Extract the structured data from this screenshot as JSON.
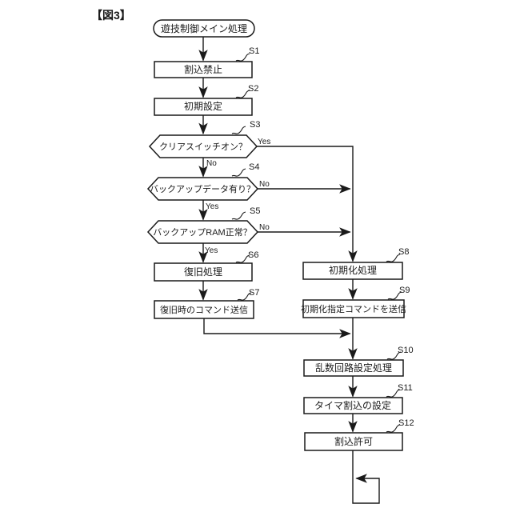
{
  "figure_label": "【図3】",
  "nodes": {
    "start": {
      "step": "",
      "label": "遊技制御メイン処理",
      "type": "terminal"
    },
    "s1": {
      "step": "S1",
      "label": "割込禁止",
      "type": "process"
    },
    "s2": {
      "step": "S2",
      "label": "初期設定",
      "type": "process"
    },
    "s3": {
      "step": "S3",
      "label": "クリアスイッチオン？",
      "type": "decision"
    },
    "s4": {
      "step": "S4",
      "label": "バックアップデータ有り？",
      "type": "decision"
    },
    "s5": {
      "step": "S5",
      "label": "バックアップRAM正常？",
      "type": "decision"
    },
    "s6": {
      "step": "S6",
      "label": "復旧処理",
      "type": "process"
    },
    "s7": {
      "step": "S7",
      "label": "復旧時のコマンド送信",
      "type": "process"
    },
    "s8": {
      "step": "S8",
      "label": "初期化処理",
      "type": "process"
    },
    "s9": {
      "step": "S9",
      "label": "初期化指定コマンドを送信",
      "type": "process"
    },
    "s10": {
      "step": "S10",
      "label": "乱数回路設定処理",
      "type": "process"
    },
    "s11": {
      "step": "S11",
      "label": "タイマ割込の設定",
      "type": "process"
    },
    "s12": {
      "step": "S12",
      "label": "割込許可",
      "type": "process"
    }
  },
  "branch_labels": {
    "s3_yes": "Yes",
    "s3_no": "No",
    "s4_no": "No",
    "s4_yes": "Yes",
    "s5_no": "No",
    "s5_yes": "Yes"
  },
  "colors": {
    "line": "#1a1a1a",
    "background": "#ffffff"
  }
}
